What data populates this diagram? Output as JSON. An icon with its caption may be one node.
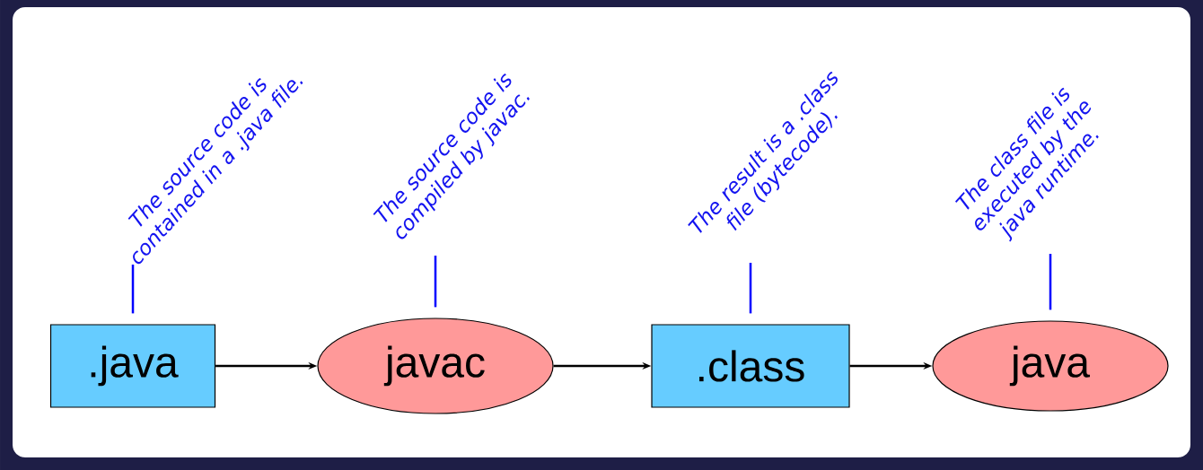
{
  "diagram": {
    "nodes": [
      {
        "text": [
          ".java"
        ]
      },
      {
        "text": [
          "javac"
        ]
      },
      {
        "text": [
          ".class"
        ]
      },
      {
        "text": [
          "java"
        ]
      },
      {
        "text": [
          "The source code is contained in a .java file."
        ]
      },
      {
        "text": [
          "The source code is compiled by javac."
        ]
      },
      {
        "text": [
          "The result is a .class file (bytecode)."
        ]
      },
      {
        "text": [
          "The class file is executed by the java runtime."
        ]
      }
    ],
    "edges": [
      {
        "from": 0,
        "to": 1,
        "arrow": "to",
        "color": "#000000"
      },
      {
        "from": 1,
        "to": 2,
        "arrow": "to",
        "color": "#000000"
      },
      {
        "from": 2,
        "to": 3,
        "arrow": "to",
        "color": "#000000"
      },
      {
        "from": 4,
        "to": 0,
        "arrow": "none",
        "color": "#0000ff"
      },
      {
        "from": 5,
        "to": 1,
        "arrow": "none",
        "color": "#0000ff"
      },
      {
        "from": 6,
        "to": 2,
        "arrow": "none",
        "color": "#0000ff"
      },
      {
        "from": 7,
        "to": 3,
        "arrow": "none",
        "color": "#0000ff"
      }
    ]
  }
}
